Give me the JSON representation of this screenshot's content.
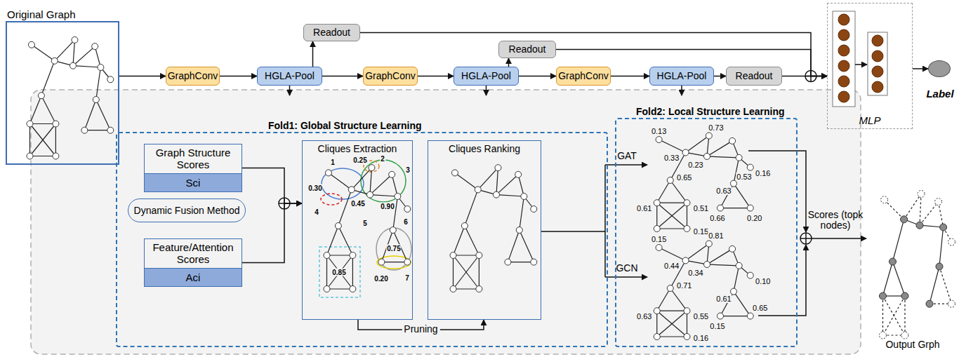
{
  "diagram": {
    "nodes": [
      {
        "text": [
          "Original Graph"
        ]
      },
      {
        "text": [
          "GraphConv"
        ]
      },
      {
        "text": [
          "HGLA-Pool"
        ]
      },
      {
        "text": [
          "Readout"
        ]
      },
      {
        "text": [
          "GraphConv"
        ]
      },
      {
        "text": [
          "HGLA-Pool"
        ]
      },
      {
        "text": [
          "Readout"
        ]
      },
      {
        "text": [
          "GraphConv"
        ]
      },
      {
        "text": [
          "HGLA-Pool"
        ]
      },
      {
        "text": [
          "Readout"
        ]
      },
      {
        "text": [
          "MLP"
        ]
      },
      {
        "text": [
          "Label"
        ]
      },
      {
        "text": [
          "Fold1: Global Structure Learning"
        ]
      },
      {
        "text": [
          "Fold2: Local Structure Learning"
        ]
      },
      {
        "text": [
          "Graph Structure Scores",
          "Sci"
        ],
        "in": 12
      },
      {
        "text": [
          "Dynamic Fusion Method"
        ],
        "in": 12
      },
      {
        "text": [
          "Feature/Attention Scores",
          "Aci"
        ],
        "in": 12
      },
      {
        "text": [
          "Cliques Extraction"
        ],
        "in": 12
      },
      {
        "text": [
          "Cliques Ranking"
        ],
        "in": 12
      }
    ],
    "edges": [
      {
        "from": 0,
        "to": 1,
        "arrow": "to"
      },
      {
        "from": 1,
        "to": 2,
        "arrow": "to"
      },
      {
        "from": 2,
        "to": 4,
        "arrow": "to"
      },
      {
        "from": 4,
        "to": 5,
        "arrow": "to"
      },
      {
        "from": 5,
        "to": 7,
        "arrow": "to"
      },
      {
        "from": 7,
        "to": 8,
        "arrow": "to"
      },
      {
        "from": 8,
        "to": 9,
        "arrow": "to"
      },
      {
        "from": 2,
        "to": 3,
        "arrow": "to"
      },
      {
        "from": 5,
        "to": 6,
        "arrow": "to"
      },
      {
        "from": 3,
        "to": 10,
        "arrow": "to"
      },
      {
        "from": 6,
        "to": 10,
        "arrow": "to"
      },
      {
        "from": 9,
        "to": 10,
        "arrow": "to"
      },
      {
        "from": 10,
        "to": 11,
        "arrow": "to"
      },
      {
        "from": 14,
        "to": 17,
        "arrow": "to"
      },
      {
        "from": 16,
        "to": 17,
        "arrow": "to"
      },
      {
        "from": 17,
        "to": 18,
        "label": "Pruning",
        "arrow": "to"
      }
    ],
    "labels": [
      "GAT",
      "GCN",
      "Scores (topk nodes)",
      "Output Grph",
      "1",
      "2",
      "3",
      "0.30",
      "0.45",
      "0.25",
      "0.90",
      "4",
      "5",
      "0.85",
      "6",
      "0.75",
      "0.20",
      "7",
      "0.13",
      "0.73",
      "0.16",
      "0.33",
      "0.23",
      "0.53",
      "0.65",
      "0.51",
      "0.63",
      "0.61",
      "0.66",
      "0.20",
      "0.15",
      "0.15",
      "0.81",
      "0.44",
      "0.34",
      "0.10",
      "0.71",
      "0.61",
      "0.63",
      "0.55",
      "0.65",
      "0.16",
      "0.15"
    ]
  }
}
